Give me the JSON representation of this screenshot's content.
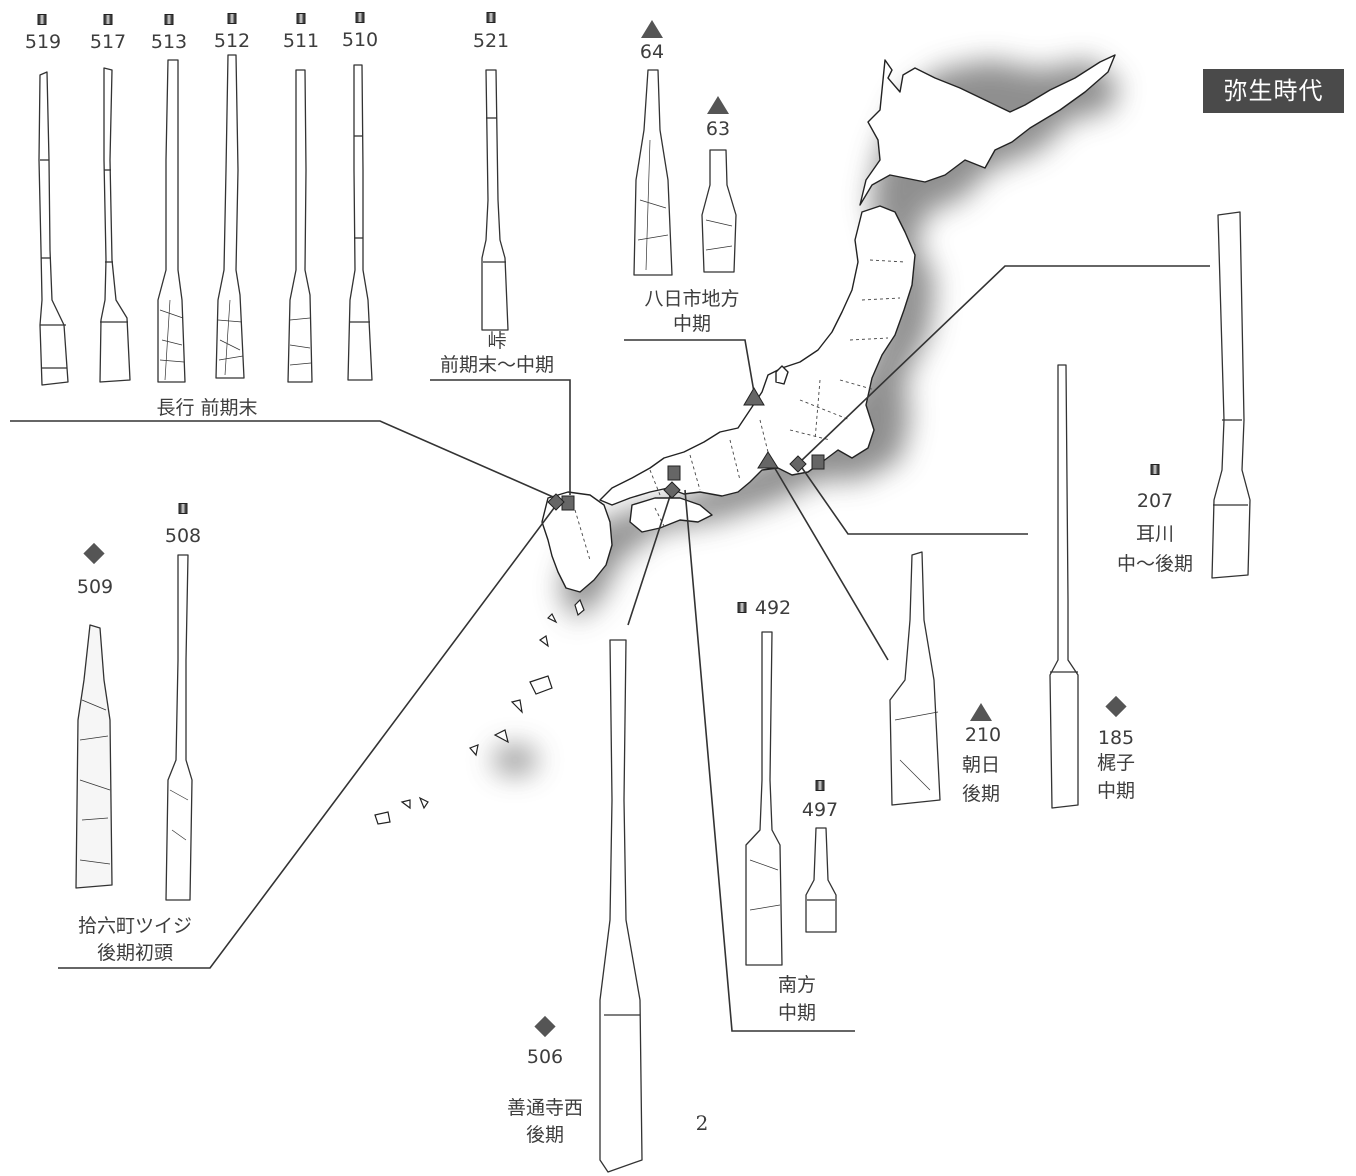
{
  "period_label": "弥生時代",
  "page_number": "2",
  "artifacts": {
    "a519": "519",
    "a517": "517",
    "a513": "513",
    "a512": "512",
    "a511": "511",
    "a510": "510",
    "a521": "521",
    "a64": "64",
    "a63": "63",
    "a207": "207",
    "a508": "508",
    "a509": "509",
    "a492": "492",
    "a497": "497",
    "a506": "506",
    "a210": "210",
    "a185": "185"
  },
  "sites": {
    "nagayuki": "長行 前期末",
    "touge_name": "峠",
    "touge_period": "前期末〜中期",
    "yokaichi_name": "八日市地方",
    "yokaichi_period": "中期",
    "mimikawa_name": "耳川",
    "mimikawa_period": "中〜後期",
    "juroku_name": "拾六町ツイジ",
    "juroku_period": "後期初頭",
    "minamikata_name": "南方",
    "minamikata_period": "中期",
    "zentsuji_name": "善通寺西",
    "zentsuji_period": "後期",
    "asahi_name": "朝日",
    "asahi_period": "後期",
    "kajiko_name": "梶子",
    "kajiko_period": "中期"
  },
  "legend_symbols": {
    "square": "square-marker",
    "triangle": "triangle-marker",
    "diamond": "diamond-marker"
  },
  "colors": {
    "period_box": "#4a4a4a",
    "ink": "#3d3d3d",
    "shadow": "#8a8a8a"
  }
}
